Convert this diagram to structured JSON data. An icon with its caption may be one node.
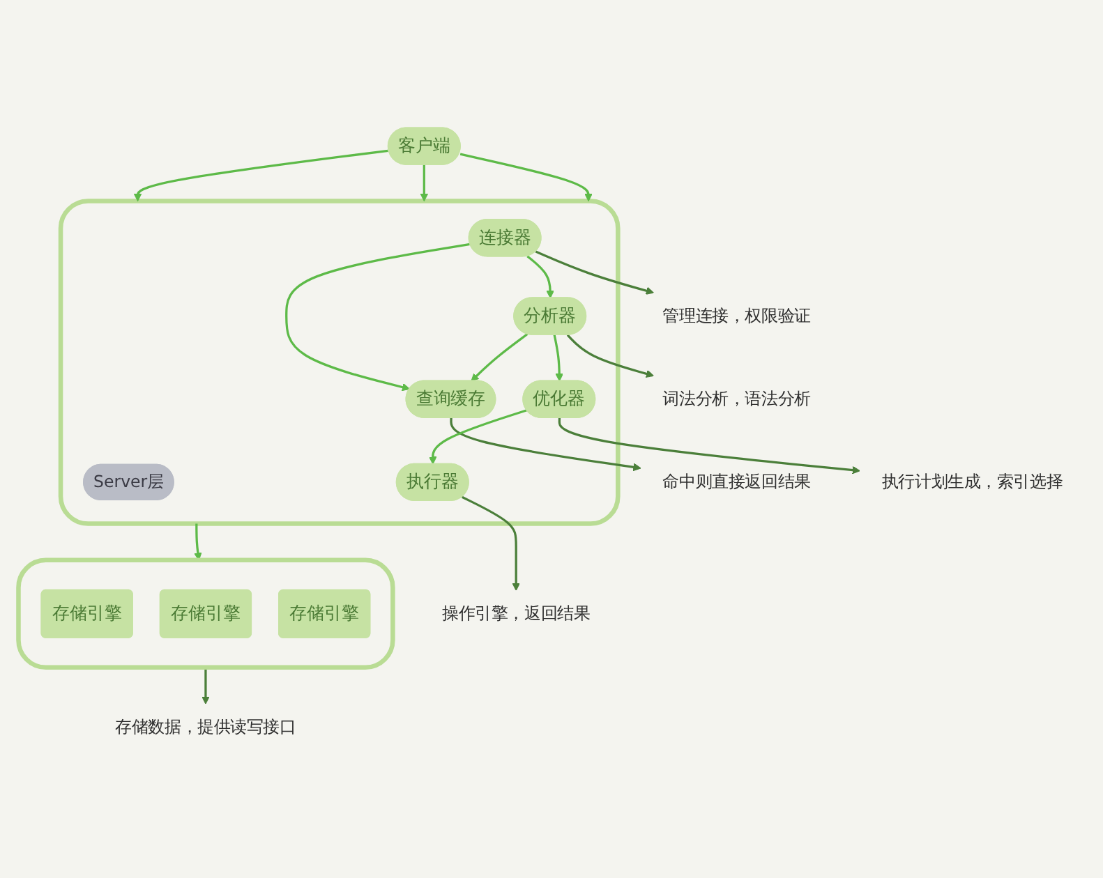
{
  "diagram": {
    "nodes": [
      {
        "text": [
          "客户端"
        ]
      },
      {
        "text": [],
        "shape": "box"
      },
      {
        "text": [
          "连接器"
        ],
        "in": 1
      },
      {
        "text": [
          "管理连接，权限验证"
        ]
      },
      {
        "text": [
          "命中则直接返回结果"
        ]
      },
      {
        "text": [
          "查询缓存"
        ],
        "in": 1
      },
      {
        "text": [
          "分析器"
        ],
        "in": 1
      },
      {
        "text": [
          "词法分析，语法分析"
        ]
      },
      {
        "text": [
          "优化器"
        ],
        "in": 1
      },
      {
        "text": [
          "执行计划生成，索引选择"
        ]
      },
      {
        "text": [
          "Server层"
        ],
        "in": 1
      },
      {
        "text": [
          "执行器"
        ],
        "in": 1
      },
      {
        "text": [
          "操作引擎，返回结果"
        ]
      },
      {
        "text": [],
        "shape": "box"
      },
      {
        "text": [
          "存储引擎"
        ],
        "in": 13
      },
      {
        "text": [
          "存储引擎"
        ],
        "in": 13
      },
      {
        "text": [
          "存储引擎"
        ],
        "in": 13
      },
      {
        "text": [
          "存储数据，提供读写接口"
        ]
      }
    ],
    "edges": [
      {
        "from": 0,
        "to": 1,
        "arrow": "to"
      },
      {
        "from": 0,
        "to": 1,
        "arrow": "to"
      },
      {
        "from": 0,
        "to": 1,
        "arrow": "to"
      },
      {
        "from": 2,
        "to": 3,
        "arrow": "to",
        "color": "#4b7f3a"
      },
      {
        "from": 2,
        "to": 5,
        "arrow": "to"
      },
      {
        "from": 2,
        "to": 6,
        "arrow": "to"
      },
      {
        "from": 5,
        "to": 4,
        "arrow": "to",
        "color": "#4b7f3a"
      },
      {
        "from": 6,
        "to": 5,
        "arrow": "to"
      },
      {
        "from": 6,
        "to": 7,
        "arrow": "to",
        "color": "#4b7f3a"
      },
      {
        "from": 6,
        "to": 8,
        "arrow": "to"
      },
      {
        "from": 8,
        "to": 9,
        "arrow": "to",
        "color": "#4b7f3a"
      },
      {
        "from": 8,
        "to": 11,
        "arrow": "to"
      },
      {
        "from": 11,
        "to": 12,
        "arrow": "to",
        "color": "#4b7f3a"
      },
      {
        "from": 1,
        "to": 13,
        "arrow": "to"
      },
      {
        "from": 13,
        "to": 17,
        "arrow": "to",
        "color": "#4b7f3a"
      }
    ]
  }
}
